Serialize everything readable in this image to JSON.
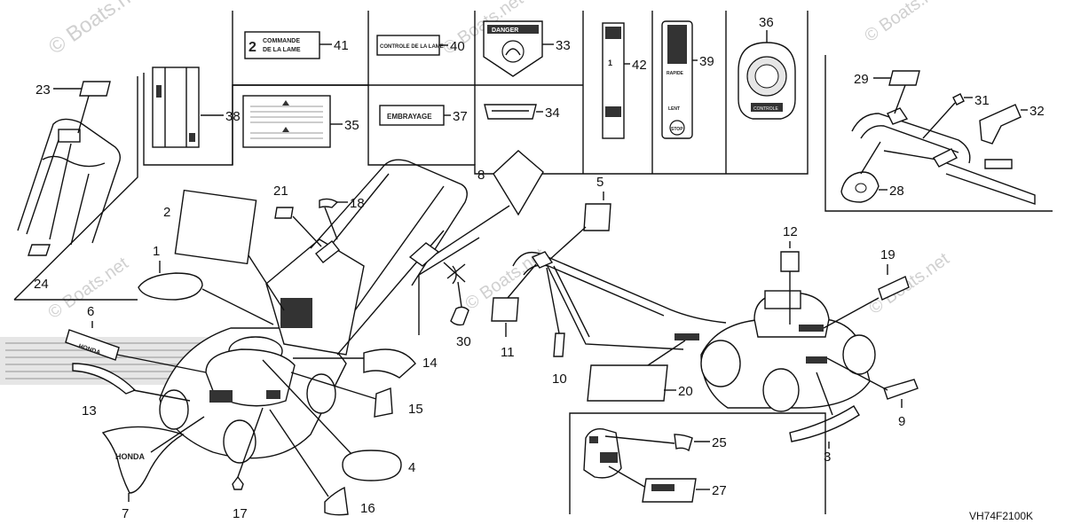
{
  "watermark": "© Boats.net",
  "diagram_code": "VH74F2100K",
  "callouts": [
    "1",
    "2",
    "3",
    "4",
    "5",
    "6",
    "7",
    "8",
    "9",
    "10",
    "11",
    "12",
    "13",
    "14",
    "15",
    "16",
    "17",
    "18",
    "19",
    "20",
    "21",
    "23",
    "24",
    "25",
    "27",
    "28",
    "29",
    "30",
    "31",
    "32",
    "33",
    "34",
    "35",
    "36",
    "37",
    "38",
    "39",
    "40",
    "41",
    "42"
  ],
  "labels": {
    "commande_line1": "COMMANDE",
    "commande_line2": "DE LA LAME",
    "controle": "CONTROLE DE LA LAME",
    "danger": "DANGER",
    "embrayage": "EMBRAYAGE",
    "honda": "HONDA",
    "rapide": "RAPIDE",
    "lent": "LENT",
    "stop": "STOP",
    "controle_36": "CONTROLE"
  }
}
